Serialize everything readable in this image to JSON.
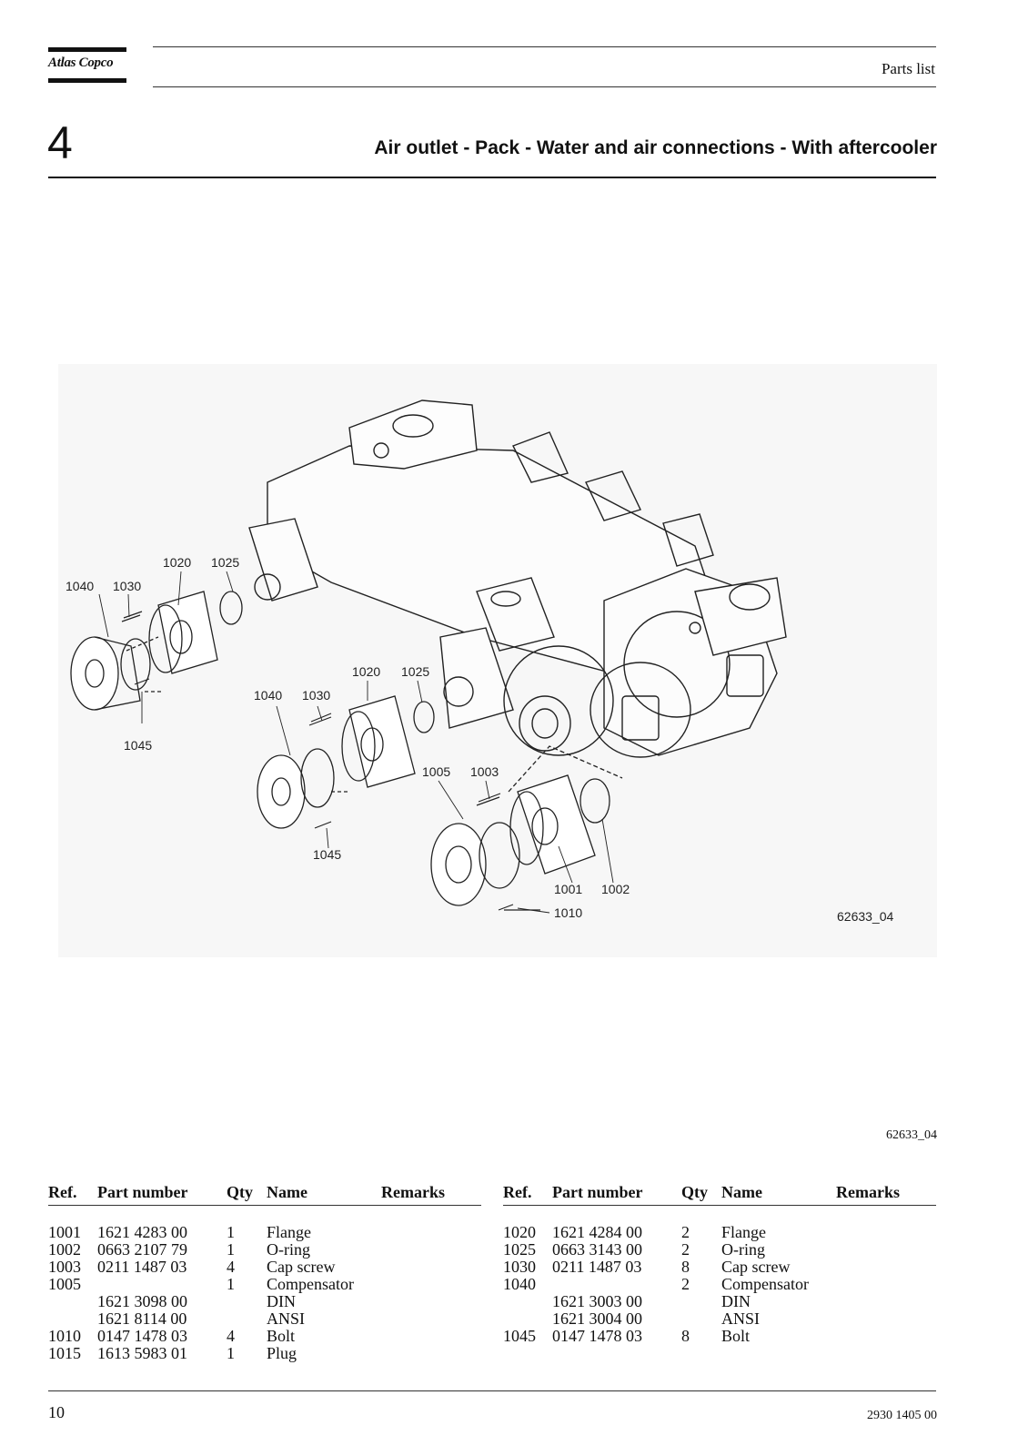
{
  "header": {
    "logo": "Atlas Copco",
    "section_label": "Parts list"
  },
  "chapter": {
    "number": "4",
    "title": "Air outlet - Pack - Water and air connections - With aftercooler"
  },
  "figure": {
    "code": "62633_04",
    "callouts": [
      "1040",
      "1030",
      "1020",
      "1025",
      "1045",
      "1005",
      "1003",
      "1001",
      "1002",
      "1010"
    ]
  },
  "figure_code_below": "62633_04",
  "table_headers": {
    "ref": "Ref.",
    "part_number": "Part number",
    "qty": "Qty",
    "name": "Name",
    "remarks": "Remarks"
  },
  "table_left": [
    {
      "ref": "1001",
      "part_number": "1621 4283 00",
      "qty": "1",
      "name": "Flange",
      "remarks": ""
    },
    {
      "ref": "1002",
      "part_number": "0663 2107 79",
      "qty": "1",
      "name": "O-ring",
      "remarks": ""
    },
    {
      "ref": "1003",
      "part_number": "0211 1487 03",
      "qty": "4",
      "name": "Cap screw",
      "remarks": ""
    },
    {
      "ref": "1005",
      "part_number": "",
      "qty": "1",
      "name": "Compensator",
      "remarks": ""
    },
    {
      "ref": "",
      "part_number": "1621 3098 00",
      "qty": "",
      "name": "DIN",
      "remarks": ""
    },
    {
      "ref": "",
      "part_number": "1621 8114 00",
      "qty": "",
      "name": "ANSI",
      "remarks": ""
    },
    {
      "ref": "1010",
      "part_number": "0147 1478 03",
      "qty": "4",
      "name": "Bolt",
      "remarks": ""
    },
    {
      "ref": "1015",
      "part_number": "1613 5983 01",
      "qty": "1",
      "name": "Plug",
      "remarks": ""
    }
  ],
  "table_right": [
    {
      "ref": "1020",
      "part_number": "1621 4284 00",
      "qty": "2",
      "name": "Flange",
      "remarks": ""
    },
    {
      "ref": "1025",
      "part_number": "0663 3143 00",
      "qty": "2",
      "name": "O-ring",
      "remarks": ""
    },
    {
      "ref": "1030",
      "part_number": "0211 1487 03",
      "qty": "8",
      "name": "Cap screw",
      "remarks": ""
    },
    {
      "ref": "1040",
      "part_number": "",
      "qty": "2",
      "name": "Compensator",
      "remarks": ""
    },
    {
      "ref": "",
      "part_number": "1621 3003 00",
      "qty": "",
      "name": "DIN",
      "remarks": ""
    },
    {
      "ref": "",
      "part_number": "1621 3004 00",
      "qty": "",
      "name": "ANSI",
      "remarks": ""
    },
    {
      "ref": "1045",
      "part_number": "0147 1478 03",
      "qty": "8",
      "name": "Bolt",
      "remarks": ""
    }
  ],
  "footer": {
    "page_number": "10",
    "document_number": "2930 1405 00"
  }
}
